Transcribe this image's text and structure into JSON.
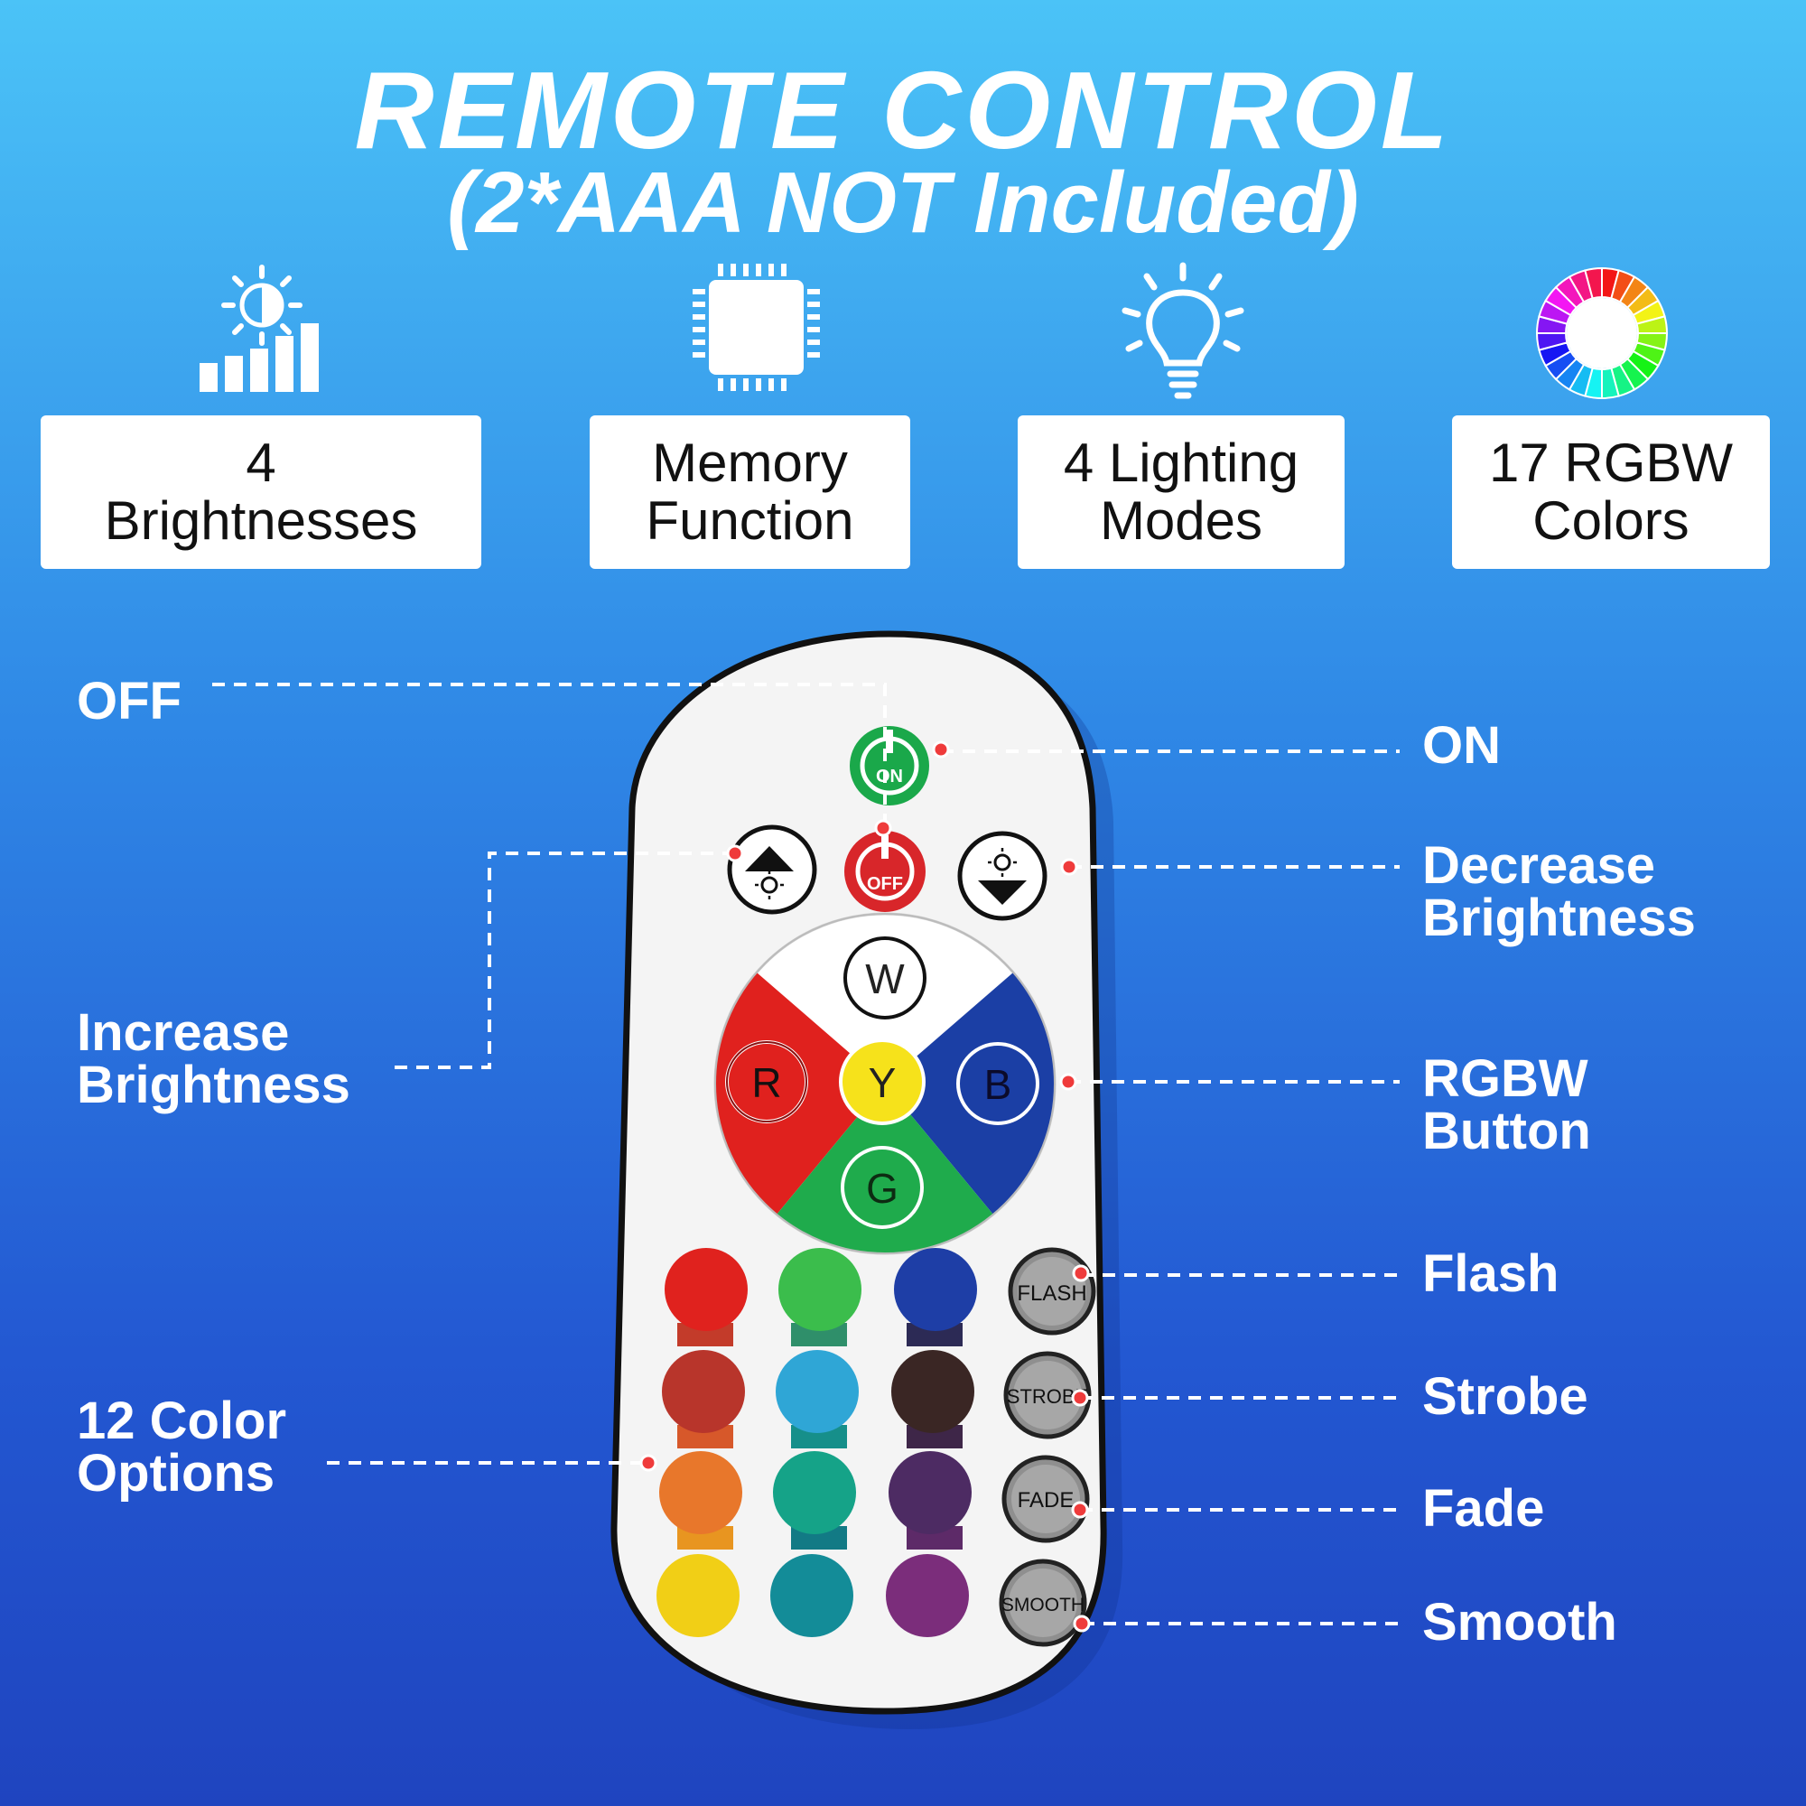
{
  "title": "REMOTE CONTROL",
  "subtitle": "(2*AAA NOT Included)",
  "features": [
    {
      "line1": "4",
      "line2": "Brightnesses",
      "icon": "brightness-bars-icon"
    },
    {
      "line1": "Memory",
      "line2": "Function",
      "icon": "chip-icon"
    },
    {
      "line1": "4 Lighting",
      "line2": "Modes",
      "icon": "light-bulb-icon"
    },
    {
      "line1": "17 RGBW",
      "line2": "Colors",
      "icon": "color-wheel-icon"
    }
  ],
  "labels": {
    "off": "OFF",
    "on": "ON",
    "increase": [
      "Increase",
      "Brightness"
    ],
    "decrease": [
      "Decrease",
      "Brightness"
    ],
    "rgbw": [
      "RGBW",
      "Button"
    ],
    "color_options": [
      "12 Color",
      "Options"
    ],
    "flash": "Flash",
    "strobe": "Strobe",
    "fade": "Fade",
    "smooth": "Smooth"
  },
  "remote": {
    "on_button": "ON",
    "off_button": "OFF",
    "w_button": "W",
    "r_button": "R",
    "y_button": "Y",
    "b_button": "B",
    "g_button": "G",
    "flash_button": "FLASH",
    "strobe_button": "STROBE",
    "fade_button": "FADE",
    "smooth_button": "SMOOTH"
  },
  "colors": {
    "accent_green": "#1aa84a",
    "accent_red": "#d8262a",
    "wheel_red": "#e0211e",
    "wheel_blue": "#1b3fa5",
    "wheel_green": "#1fab4c",
    "wheel_yellow": "#f6e21b",
    "marker": "#ef3b3b",
    "color_buttons": [
      [
        "#e0221e",
        "#3bbd4c",
        "#1e3ea6"
      ],
      [
        "#b8352b",
        "#2fa6d6",
        "#3a2624"
      ],
      [
        "#e8772b",
        "#15a388",
        "#4d2b63"
      ],
      [
        "#f1cf16",
        "#138c98",
        "#7b2d7b"
      ]
    ]
  }
}
